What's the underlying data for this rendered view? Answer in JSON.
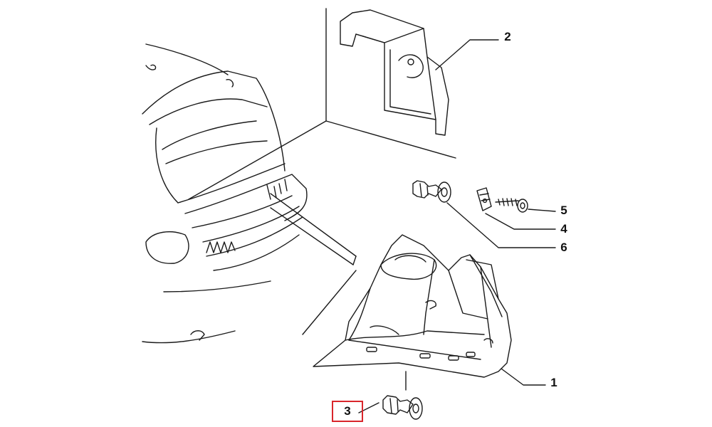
{
  "callouts": {
    "p1": "1",
    "p2": "2",
    "p3": "3",
    "p4": "4",
    "p5": "5",
    "p6": "6"
  },
  "colors": {
    "line": "#1a1a1a",
    "highlight": "#d9262c"
  }
}
